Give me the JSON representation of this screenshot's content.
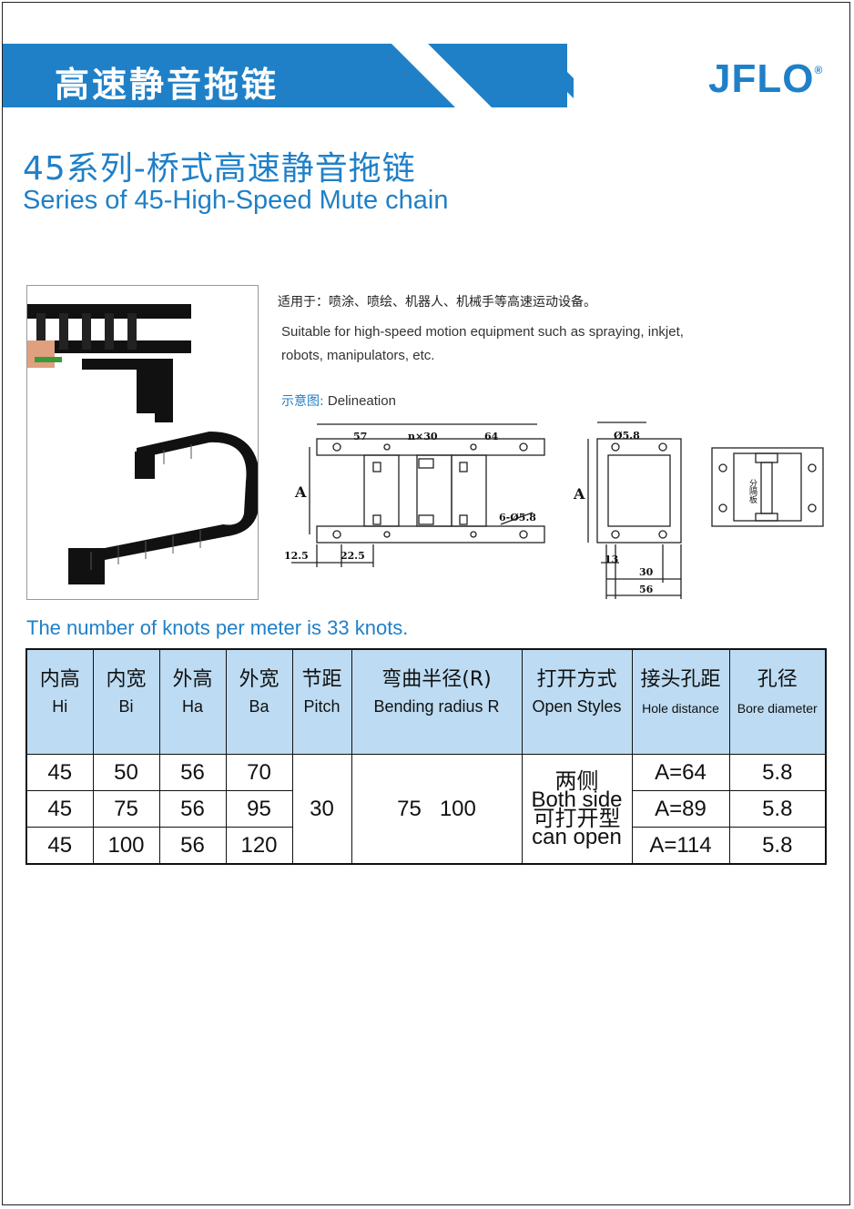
{
  "banner": {
    "title": "高速静音拖链"
  },
  "brand": {
    "name": "JFLO",
    "mark": "®",
    "color": "#1f80c8"
  },
  "heading": {
    "cn": "45系列-桥式高速静音拖链",
    "en": "Series of 45-High-Speed Mute chain"
  },
  "description": {
    "cn": "适用于：喷涂、喷绘、机器人、机械手等高速运动设备。",
    "en": "Suitable for high-speed motion equipment such as spraying, inkjet, robots, manipulators, etc."
  },
  "delineation": {
    "cn": "示意图:",
    "en": "Delineation"
  },
  "drawing_labels": {
    "d57": "57",
    "nx30": "n×30",
    "d64": "64",
    "A": "A",
    "holes": "6-Ø5.8",
    "d12_5": "12.5",
    "d22_5": "22.5",
    "d5_8": "Ø5.8",
    "d13": "13",
    "d30": "30",
    "d56": "56",
    "divider": "分隔板"
  },
  "knots": "The number of knots per meter is 33 knots.",
  "table": {
    "headers": [
      {
        "cn": "内高",
        "en": "Hi"
      },
      {
        "cn": "内宽",
        "en": "Bi"
      },
      {
        "cn": "外高",
        "en": "Ha"
      },
      {
        "cn": "外宽",
        "en": "Ba"
      },
      {
        "cn": "节距",
        "en": "Pitch"
      },
      {
        "cn": "弯曲半径(R)",
        "en": "Bending radius R"
      },
      {
        "cn": "打开方式",
        "en": "Open Styles"
      },
      {
        "cn": "接头孔距",
        "en": "Hole distance"
      },
      {
        "cn": "孔径",
        "en": "Bore diameter"
      }
    ],
    "rows": [
      {
        "hi": "45",
        "bi": "50",
        "ha": "56",
        "ba": "70",
        "hole": "A=64",
        "bore": "5.8"
      },
      {
        "hi": "45",
        "bi": "75",
        "ha": "56",
        "ba": "95",
        "hole": "A=89",
        "bore": "5.8"
      },
      {
        "hi": "45",
        "bi": "100",
        "ha": "56",
        "ba": "120",
        "hole": "A=114",
        "bore": "5.8"
      }
    ],
    "pitch": "30",
    "bending_radius": "75   100",
    "open_style": {
      "cn1": "两侧",
      "en1": "Both side",
      "cn2": "可打开型",
      "en2": "can open"
    }
  }
}
